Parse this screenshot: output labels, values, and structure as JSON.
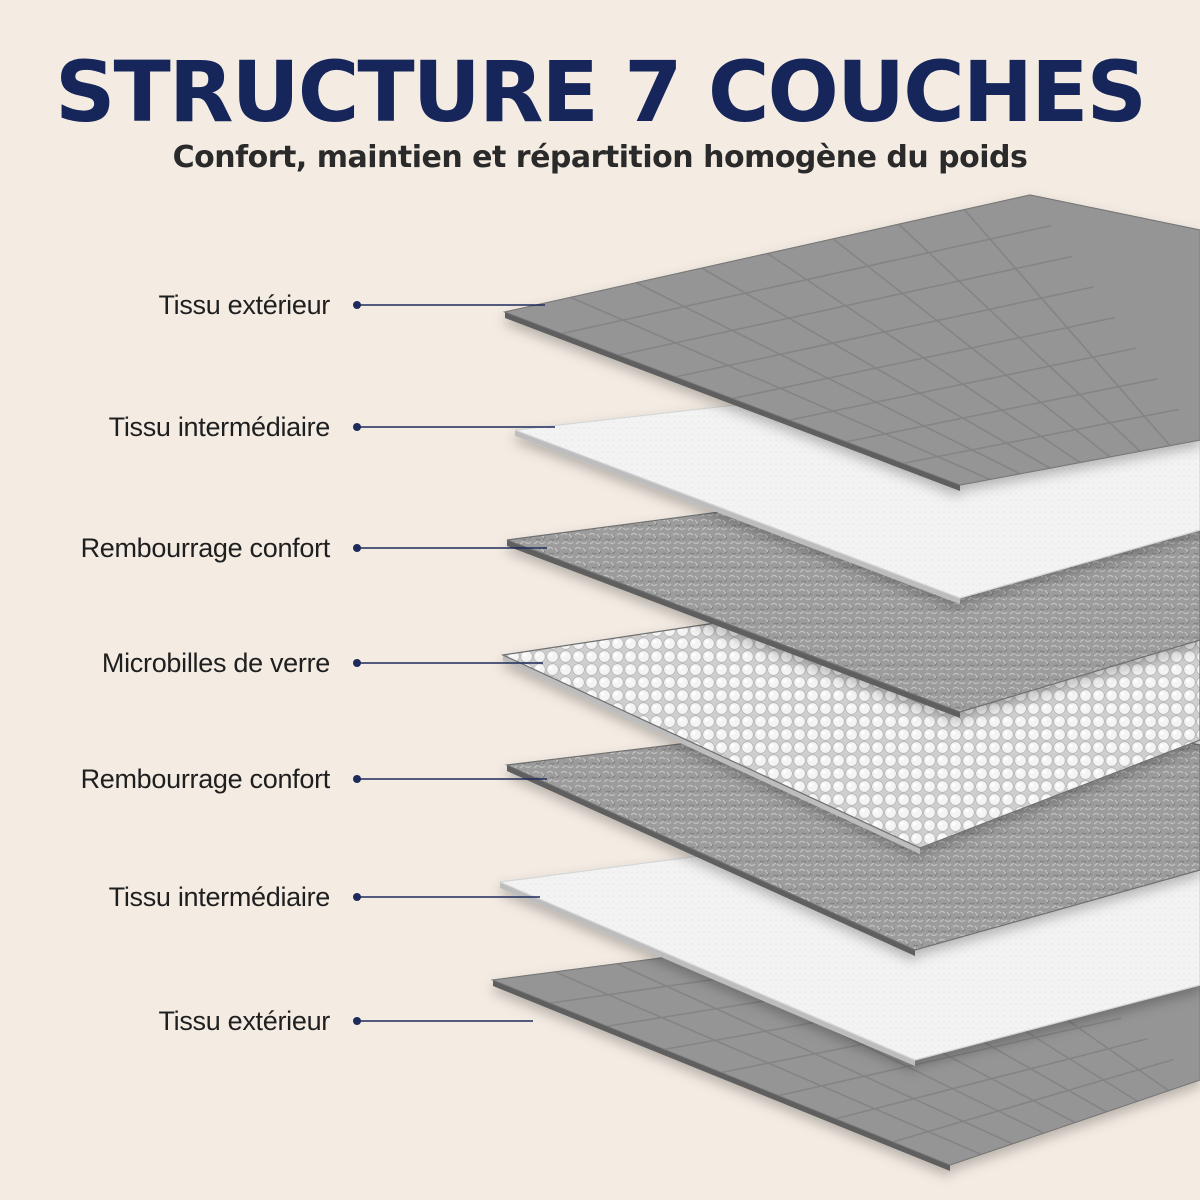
{
  "header": {
    "title": "STRUCTURE 7 COUCHES",
    "subtitle": "Confort, maintien et répartition homogène du poids"
  },
  "layers": [
    {
      "label": "Tissu extérieur",
      "material": "quilted-fabric",
      "color": "#8f8f8f"
    },
    {
      "label": "Tissu intermédiaire",
      "material": "white-fabric",
      "color": "#f2f2f2"
    },
    {
      "label": "Rembourrage confort",
      "material": "fiber-padding",
      "color": "#9a9a9a"
    },
    {
      "label": "Microbilles de verre",
      "material": "glass-beads",
      "color": "#ffffff"
    },
    {
      "label": "Rembourrage confort",
      "material": "fiber-padding",
      "color": "#9a9a9a"
    },
    {
      "label": "Tissu intermédiaire",
      "material": "white-fabric",
      "color": "#f2f2f2"
    },
    {
      "label": "Tissu extérieur",
      "material": "quilted-fabric",
      "color": "#8f8f8f"
    }
  ],
  "colors": {
    "background": "#f4ece3",
    "title": "#16265a",
    "connector": "#1d2b5c"
  }
}
